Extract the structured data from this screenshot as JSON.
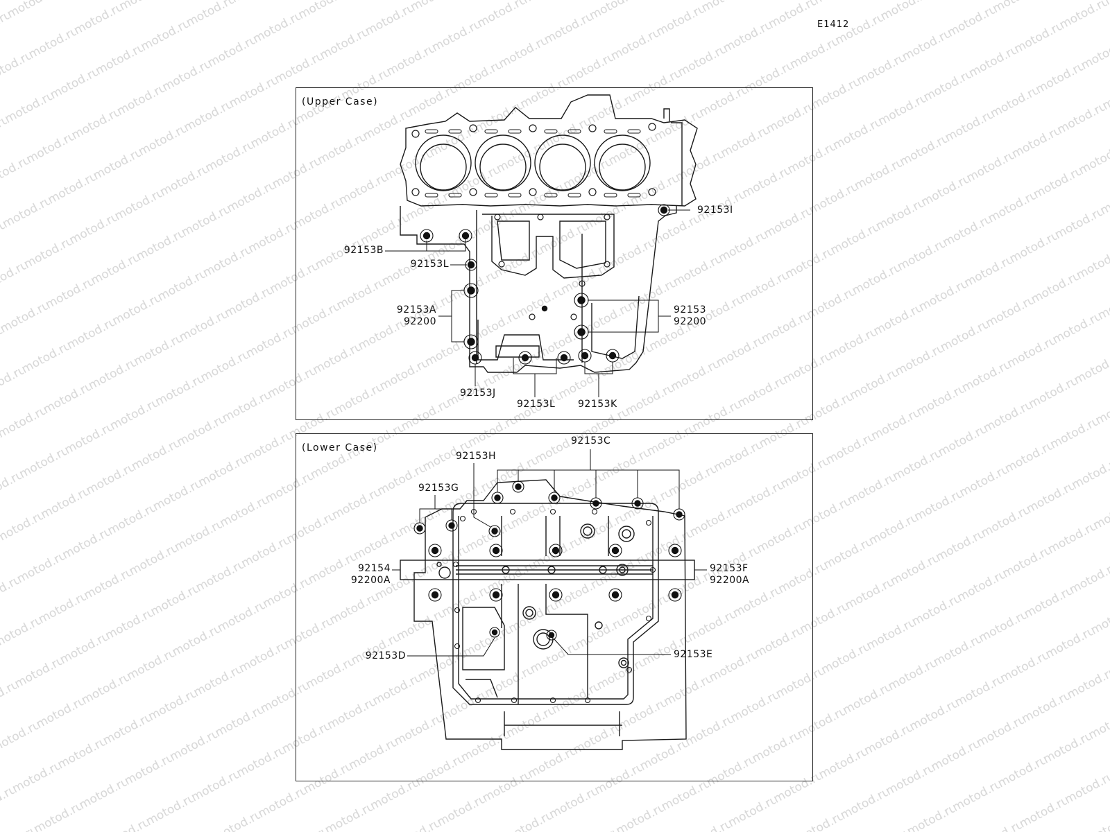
{
  "page_code": "E1412",
  "watermark_text": "motod.ru",
  "panels": {
    "upper": {
      "title": "(Upper Case)",
      "callouts": [
        {
          "id": "92153I",
          "lines": [
            "92153I"
          ]
        },
        {
          "id": "92153B",
          "lines": [
            "92153B"
          ]
        },
        {
          "id": "92153L_top",
          "lines": [
            "92153L"
          ]
        },
        {
          "id": "92153A",
          "lines": [
            "92153A",
            "92200"
          ]
        },
        {
          "id": "92153",
          "lines": [
            "92153",
            "92200"
          ]
        },
        {
          "id": "92153J",
          "lines": [
            "92153J"
          ]
        },
        {
          "id": "92153L_bottom",
          "lines": [
            "92153L"
          ]
        },
        {
          "id": "92153K",
          "lines": [
            "92153K"
          ]
        }
      ]
    },
    "lower": {
      "title": "(Lower Case)",
      "callouts": [
        {
          "id": "92153C",
          "lines": [
            "92153C"
          ]
        },
        {
          "id": "92153H",
          "lines": [
            "92153H"
          ]
        },
        {
          "id": "92153G",
          "lines": [
            "92153G"
          ]
        },
        {
          "id": "92154",
          "lines": [
            "92154",
            "92200A"
          ]
        },
        {
          "id": "92153F",
          "lines": [
            "92153F",
            "92200A"
          ]
        },
        {
          "id": "92153D",
          "lines": [
            "92153D"
          ]
        },
        {
          "id": "92153E",
          "lines": [
            "92153E"
          ]
        }
      ]
    }
  },
  "colors": {
    "line": "#1a1a1a",
    "watermark": "#d6d6d6",
    "background": "#ffffff"
  }
}
